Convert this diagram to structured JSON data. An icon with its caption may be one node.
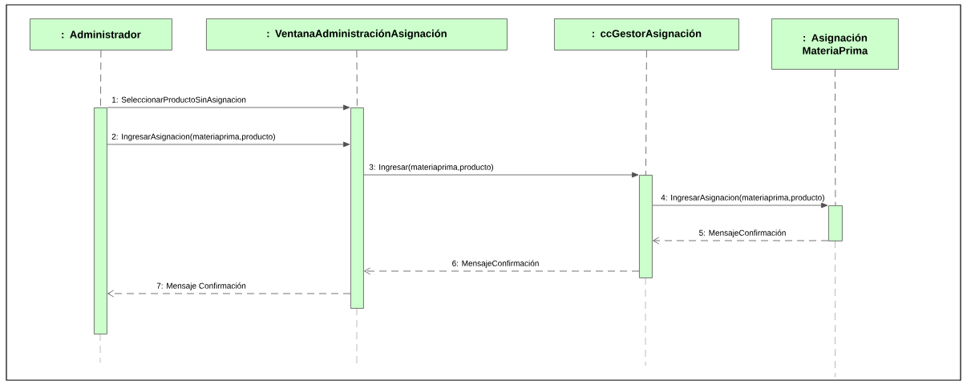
{
  "diagram": {
    "nodes": [
      {
        "text": [
          ": Administrador"
        ]
      },
      {
        "text": [
          ": VentanaAdministraciónAsignación"
        ]
      },
      {
        "text": [
          ": ccGestorAsignación"
        ]
      },
      {
        "text": [
          ": Asignación MateriaPrima"
        ]
      },
      {
        "text": [],
        "shape": "bar"
      },
      {
        "text": [],
        "shape": "bar"
      },
      {
        "text": [],
        "shape": "bar"
      },
      {
        "text": [],
        "shape": "bar"
      }
    ],
    "edges": [
      {
        "from": 0,
        "to": 4,
        "arrow": "none",
        "style": "dashed"
      },
      {
        "from": 1,
        "to": 5,
        "arrow": "none",
        "style": "dashed"
      },
      {
        "from": 2,
        "to": 6,
        "arrow": "none",
        "style": "dashed"
      },
      {
        "from": 3,
        "to": 7,
        "arrow": "none",
        "style": "dashed"
      },
      {
        "from": 4,
        "to": 5,
        "arrow": "to",
        "label": "1: SeleccionarProductoSinAsignacion"
      },
      {
        "from": 4,
        "to": 5,
        "arrow": "to",
        "label": "2: IngresarAsignacion(materiaprima,producto)"
      },
      {
        "from": 5,
        "to": 6,
        "arrow": "to",
        "label": "3: Ingresar(materiaprima,producto)"
      },
      {
        "from": 6,
        "to": 7,
        "arrow": "to",
        "label": "4: IngresarAsignacion(materiaprima,producto)"
      },
      {
        "from": 7,
        "to": 6,
        "arrow": "to",
        "label": "5: MensajeConfirmación",
        "style": "dashed"
      },
      {
        "from": 6,
        "to": 5,
        "arrow": "to",
        "label": "6: MensajeConfirmación",
        "style": "dashed"
      },
      {
        "from": 5,
        "to": 4,
        "arrow": "to",
        "label": "7: Mensaje Confirmación",
        "style": "dashed"
      }
    ]
  }
}
